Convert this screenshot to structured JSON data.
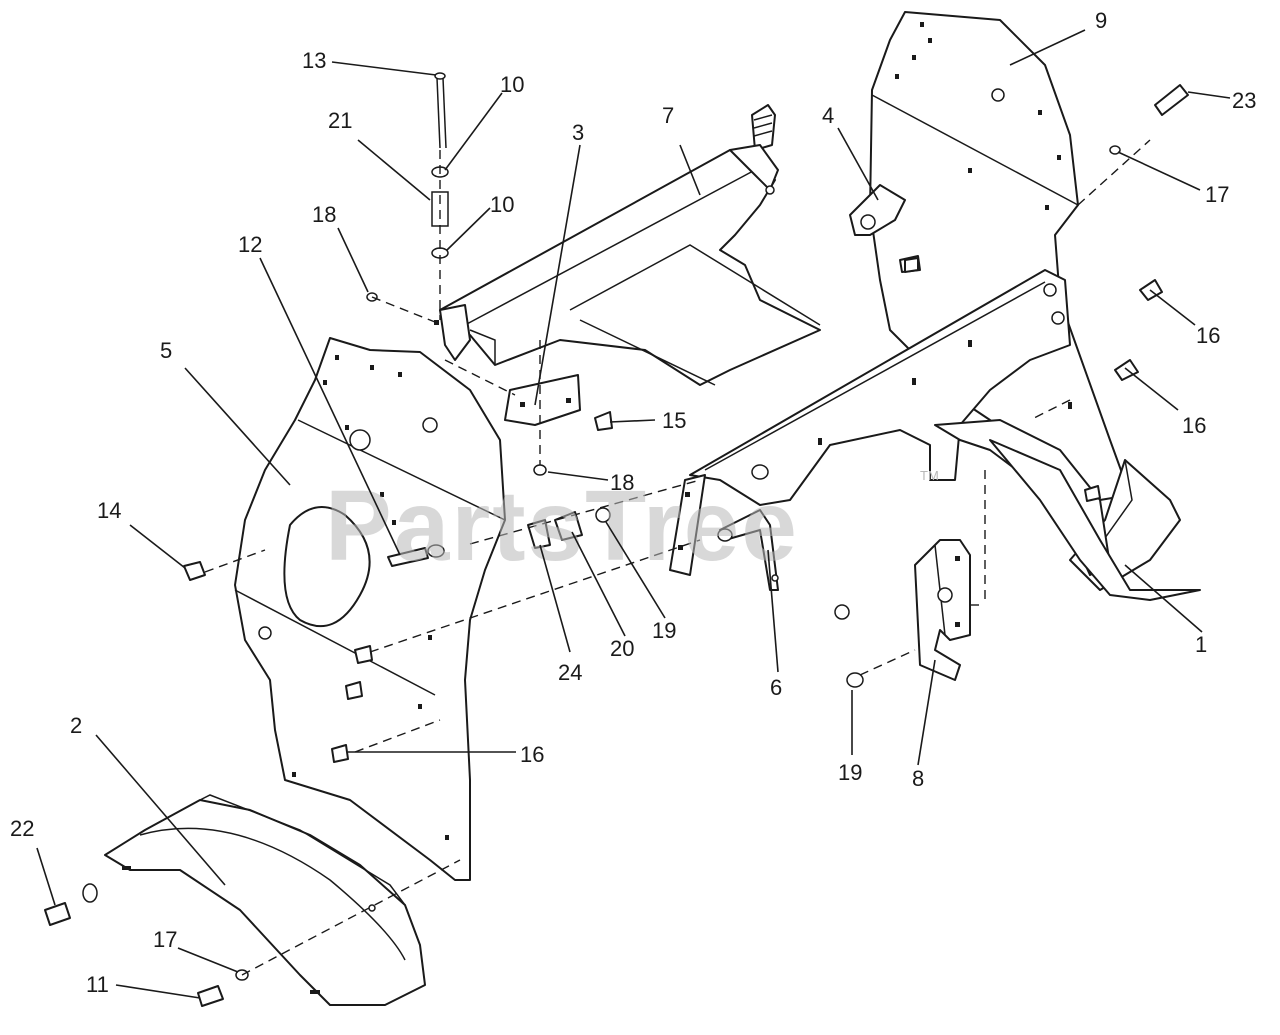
{
  "watermark": {
    "text": "PartsTree",
    "trademark": "TM"
  },
  "callouts": [
    "1",
    "2",
    "3",
    "4",
    "5",
    "6",
    "7",
    "8",
    "9",
    "10",
    "10",
    "11",
    "12",
    "13",
    "14",
    "15",
    "16",
    "16",
    "16",
    "17",
    "17",
    "18",
    "18",
    "19",
    "19",
    "20",
    "21",
    "22",
    "23",
    "24"
  ]
}
